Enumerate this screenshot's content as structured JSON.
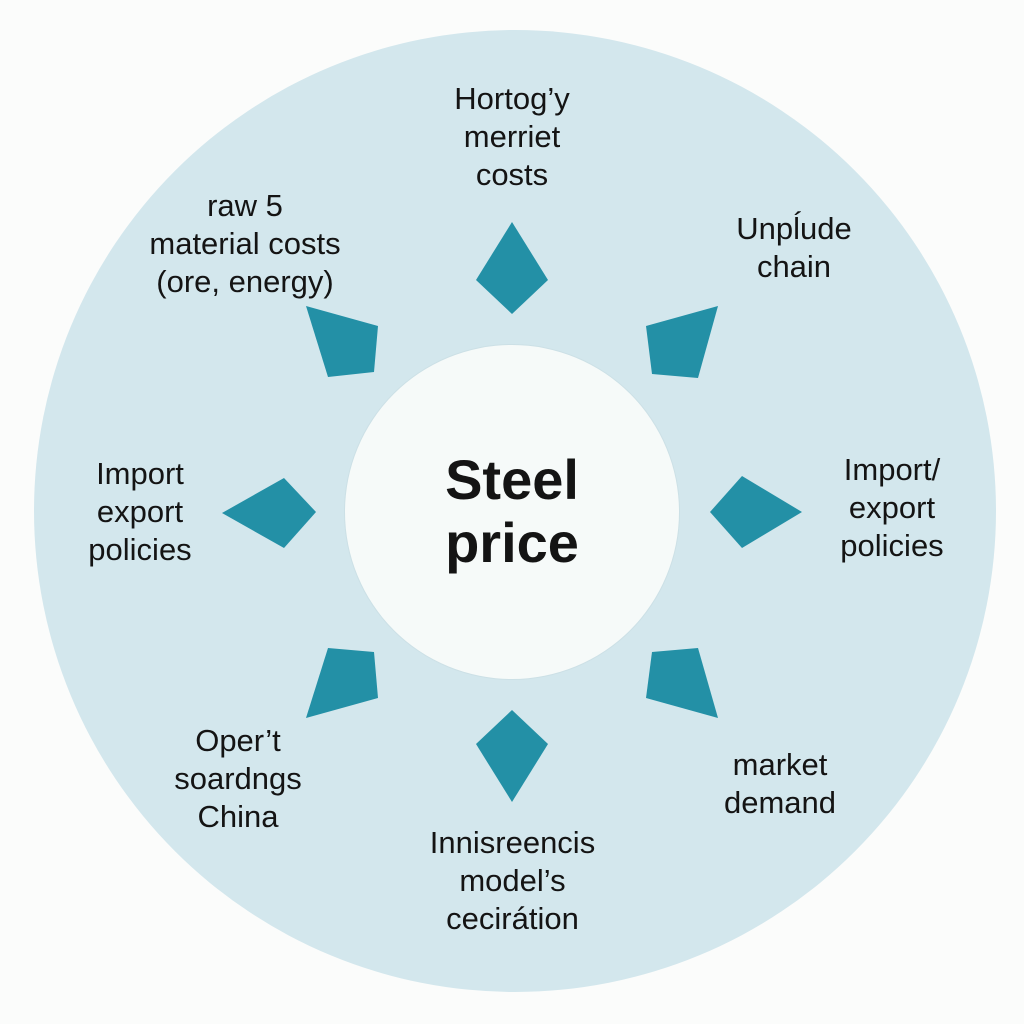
{
  "colors": {
    "outer_ring": "#d3e7ed",
    "center_fill": "#f6faf9",
    "pointer": "#2390a6",
    "text": "#141414"
  },
  "center": {
    "line1": "Steel",
    "line2": "price"
  },
  "factors": {
    "top": {
      "lines": [
        "Hortog’y",
        "merriet",
        "costs"
      ]
    },
    "top_left": {
      "lines": [
        "raw 5",
        "material costs",
        "(ore, energy)"
      ]
    },
    "top_right": {
      "lines": [
        "Unpĺude",
        "chain"
      ]
    },
    "left": {
      "lines": [
        "Import",
        "export",
        "policies"
      ]
    },
    "right": {
      "lines": [
        "Import/",
        "export",
        "policies"
      ]
    },
    "bottom_left": {
      "lines": [
        "Oper’t",
        "soardngs",
        "China"
      ]
    },
    "bottom_right": {
      "lines": [
        "market",
        "demand"
      ]
    },
    "bottom": {
      "lines": [
        "Innisreencis",
        "model’s",
        "cecirátion"
      ]
    }
  },
  "pointers": [
    {
      "direction": "top",
      "icon": "diamond-pointer-icon"
    },
    {
      "direction": "top-left",
      "icon": "trapezoid-pointer-icon"
    },
    {
      "direction": "top-right",
      "icon": "trapezoid-pointer-icon"
    },
    {
      "direction": "left",
      "icon": "diamond-pointer-icon"
    },
    {
      "direction": "right",
      "icon": "diamond-pointer-icon"
    },
    {
      "direction": "bottom-left",
      "icon": "trapezoid-pointer-icon"
    },
    {
      "direction": "bottom-right",
      "icon": "trapezoid-pointer-icon"
    },
    {
      "direction": "bottom",
      "icon": "diamond-pointer-icon"
    }
  ]
}
